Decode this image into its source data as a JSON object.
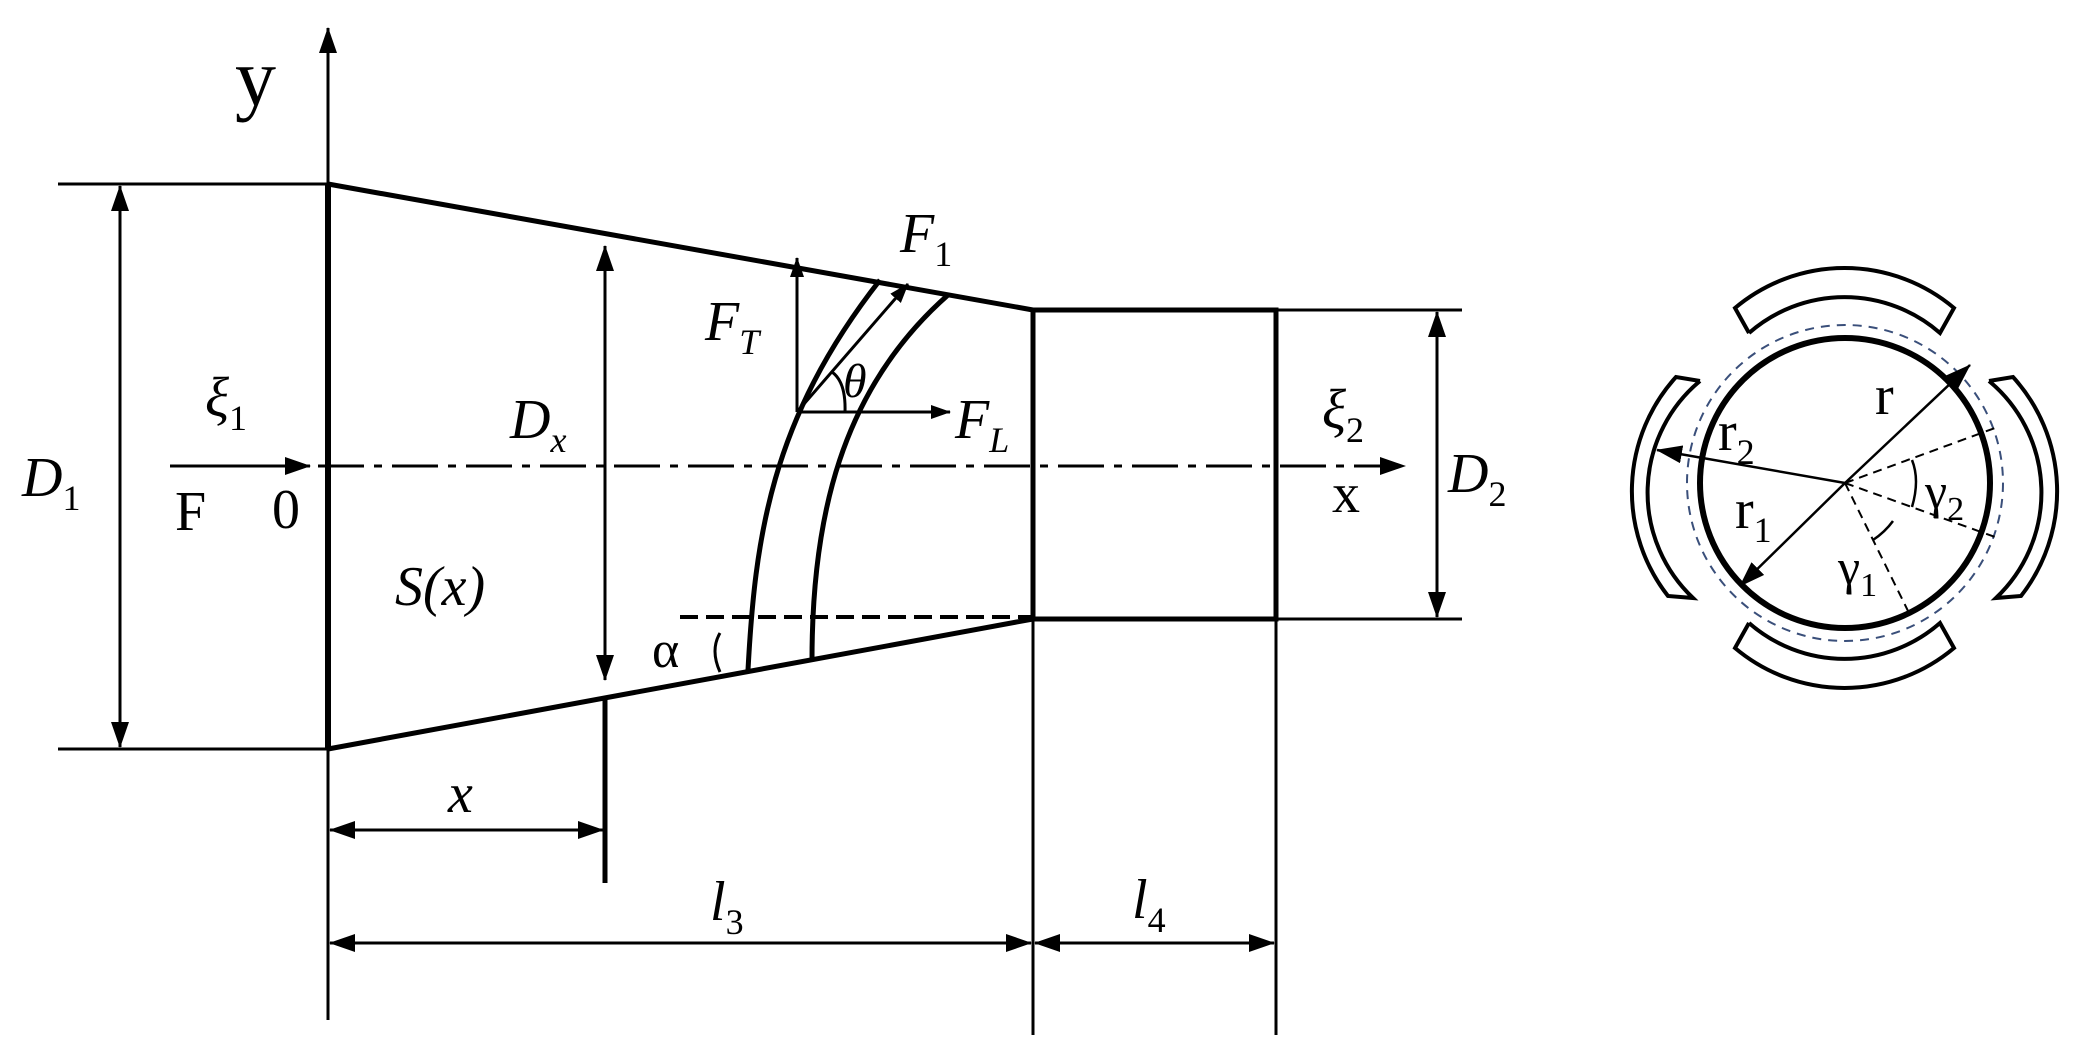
{
  "labels": {
    "y_axis": "y",
    "x_axis": "x",
    "origin": "0",
    "force_F": "F",
    "xi": "ξ",
    "xi1_sub": "1",
    "xi2_sub": "2",
    "D": "D",
    "D1_sub": "1",
    "D2_sub": "2",
    "Dx_sub": "x",
    "S": "S(x)",
    "x_dim": "x",
    "l": "l",
    "l3_sub": "3",
    "l4_sub": "4",
    "F_main": "F",
    "F1_sub": "1",
    "FT_sub": "T",
    "FL_sub": "L",
    "theta": "θ",
    "alpha": "α",
    "r": "r",
    "r1_sub": "1",
    "r2_sub": "2",
    "gamma": "γ",
    "gamma1_sub": "1",
    "gamma2_sub": "2"
  },
  "colors": {
    "line": "#000000",
    "dashed_circle": "#3a4f7a",
    "background": "#ffffff"
  }
}
